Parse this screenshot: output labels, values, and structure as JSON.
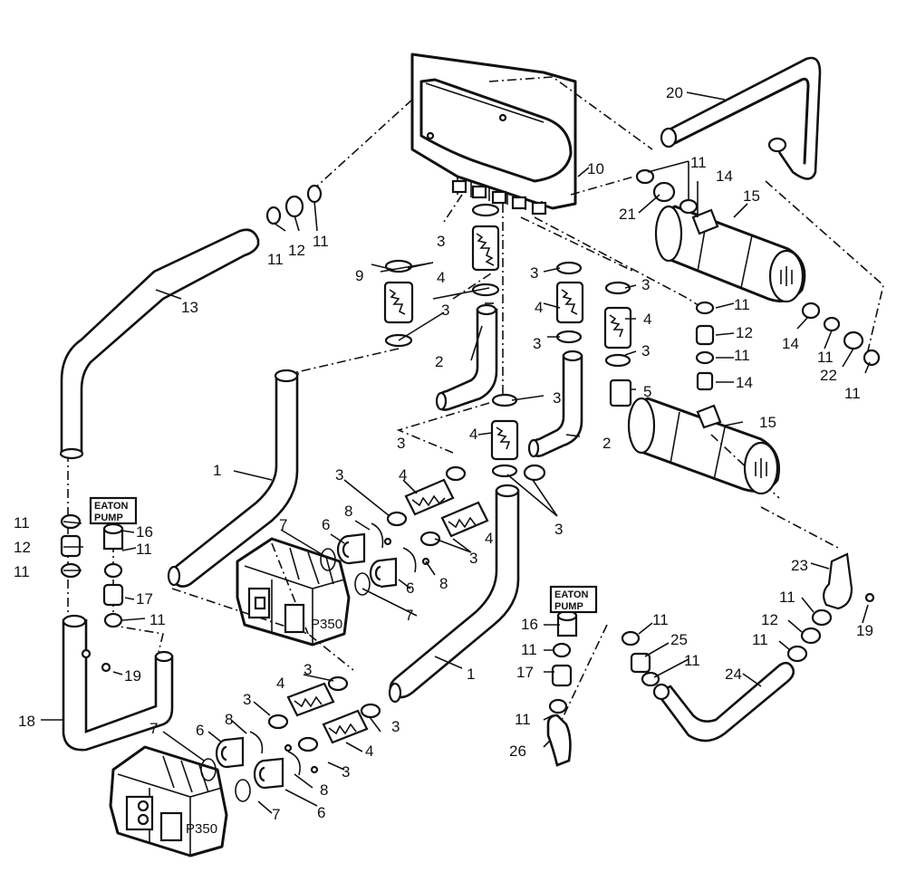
{
  "diagram": {
    "callouts": {
      "c1a": "1",
      "c1b": "1",
      "c2a": "2",
      "c2b": "2",
      "c3a": "3",
      "c3b": "3",
      "c3c": "3",
      "c3d": "3",
      "c3e": "3",
      "c3f": "3",
      "c3g": "3",
      "c3h": "3",
      "c3i": "3",
      "c3j": "3",
      "c3k": "3",
      "c3l": "3",
      "c3m": "3",
      "c3n": "3",
      "c4a": "4",
      "c4b": "4",
      "c4c": "4",
      "c4d": "4",
      "c4e": "4",
      "c4f": "4",
      "c4g": "4",
      "c4h": "4",
      "c5": "5",
      "c6a": "6",
      "c6b": "6",
      "c6c": "6",
      "c6d": "6",
      "c7a": "7",
      "c7b": "7",
      "c7c": "7",
      "c7d": "7",
      "c8a": "8",
      "c8b": "8",
      "c8c": "8",
      "c8d": "8",
      "c9": "9",
      "c10": "10",
      "c11a": "11",
      "c11b": "11",
      "c11c": "11",
      "c11d": "11",
      "c11e": "11",
      "c11f": "11",
      "c11g": "11",
      "c11h": "11",
      "c11i": "11",
      "c11j": "11",
      "c11k": "11",
      "c11l": "11",
      "c11m": "11",
      "c11n": "11",
      "c11o": "11",
      "c11p": "11",
      "c11q": "11",
      "c12a": "12",
      "c12b": "12",
      "c12c": "12",
      "c12d": "12",
      "c13": "13",
      "c14a": "14",
      "c14b": "14",
      "c14c": "14",
      "c15a": "15",
      "c15b": "15",
      "c16a": "16",
      "c16b": "16",
      "c17a": "17",
      "c17b": "17",
      "c18": "18",
      "c19a": "19",
      "c19b": "19",
      "c20": "20",
      "c21": "21",
      "c22": "22",
      "c23": "23",
      "c24": "24",
      "c25": "25",
      "c26": "26"
    },
    "pump_tags": {
      "tag1_line1": "EATON",
      "tag1_line2": "PUMP",
      "tag2_line1": "EATON",
      "tag2_line2": "PUMP"
    },
    "pump_models": {
      "upper": "P350",
      "lower": "P350"
    }
  }
}
